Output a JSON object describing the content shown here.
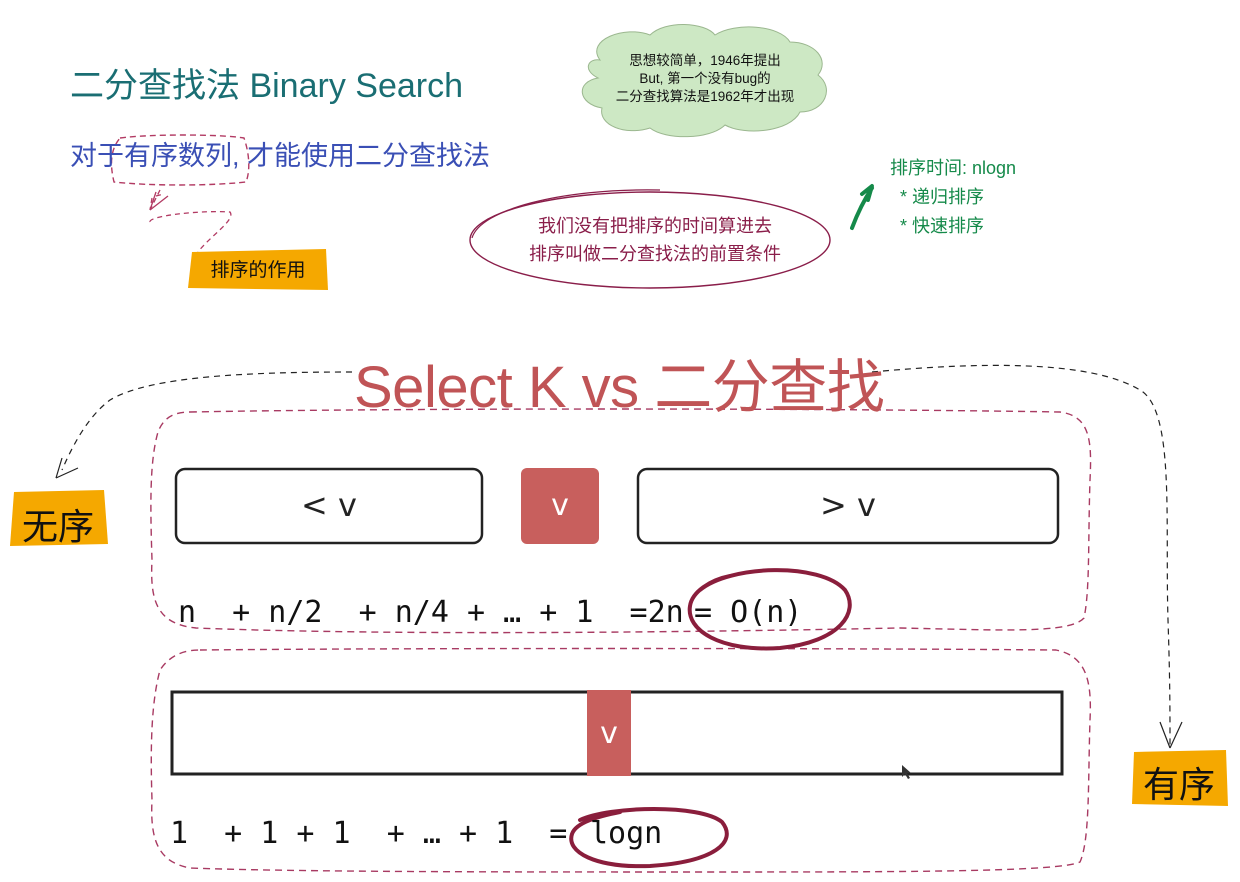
{
  "title": "二分查找法 Binary Search",
  "subtitle": "对于有序数列, 才能使用二分查找法",
  "cloud_note": {
    "line1": "思想较简单，1946年提出",
    "line2": "But, 第一个没有bug的",
    "line3": "二分查找算法是1962年才出现"
  },
  "sorting_role_label": "排序的作用",
  "circled_note": {
    "line1": "我们没有把排序的时间算进去",
    "line2": "排序叫做二分查找法的前置条件"
  },
  "sort_time": {
    "line1": "排序时间: nlogn",
    "line2": "  * 递归排序",
    "line3": "  * 快速排序"
  },
  "main_title": "Select K vs 二分查找",
  "unordered_label": "无序",
  "ordered_label": "有序",
  "partition": {
    "less_label": "< v",
    "pivot_label": "v",
    "greater_label": "> v"
  },
  "binary_pivot_label": "v",
  "select_k_formula": "n  + n/2  + n/4 + … + 1  =2n",
  "select_k_result": "= O(n)",
  "binary_formula": "1  + 1 + 1  + … + 1  =",
  "binary_result": "logn",
  "colors": {
    "title": "#1a6e73",
    "subtitle": "#3a4fb5",
    "main_title": "#c05456",
    "pivot_fill": "#c85f5d",
    "sticker": "#f5a800",
    "dashed_frame": "#a83a62",
    "circle_stroke": "#8a1e3c",
    "cloud_fill": "#cde8c4",
    "sort_time_text": "#158a4a"
  }
}
